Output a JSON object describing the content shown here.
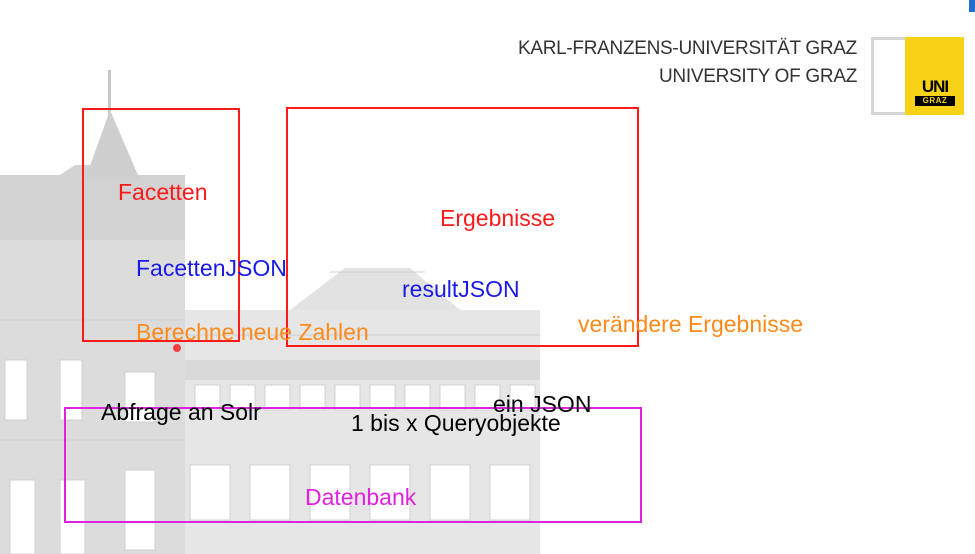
{
  "header": {
    "university_line1": "KARL-FRANZENS-UNIVERSITÄT GRAZ",
    "university_line2": "UNIVERSITY OF GRAZ"
  },
  "logo": {
    "uni": "UNI",
    "graz": "GRAZ"
  },
  "diagram": {
    "facetten": "Facetten",
    "facetten_json": "FacettenJSON",
    "ergebnisse": "Ergebnisse",
    "result_json": "resultJSON",
    "berechne": "Berechne neue Zahlen",
    "veraendere": "verändere Ergebnisse",
    "abfrage": "Abfrage an Solr",
    "ein_json": "ein JSON",
    "queryobjekte": "1 bis x Queryobjekte",
    "datenbank": "Datenbank"
  },
  "colors": {
    "red": "#ff1a1a",
    "blue": "#1a1ae6",
    "orange": "#ff8a1a",
    "magenta": "#e021e0",
    "logo_yellow": "#f7d217"
  }
}
